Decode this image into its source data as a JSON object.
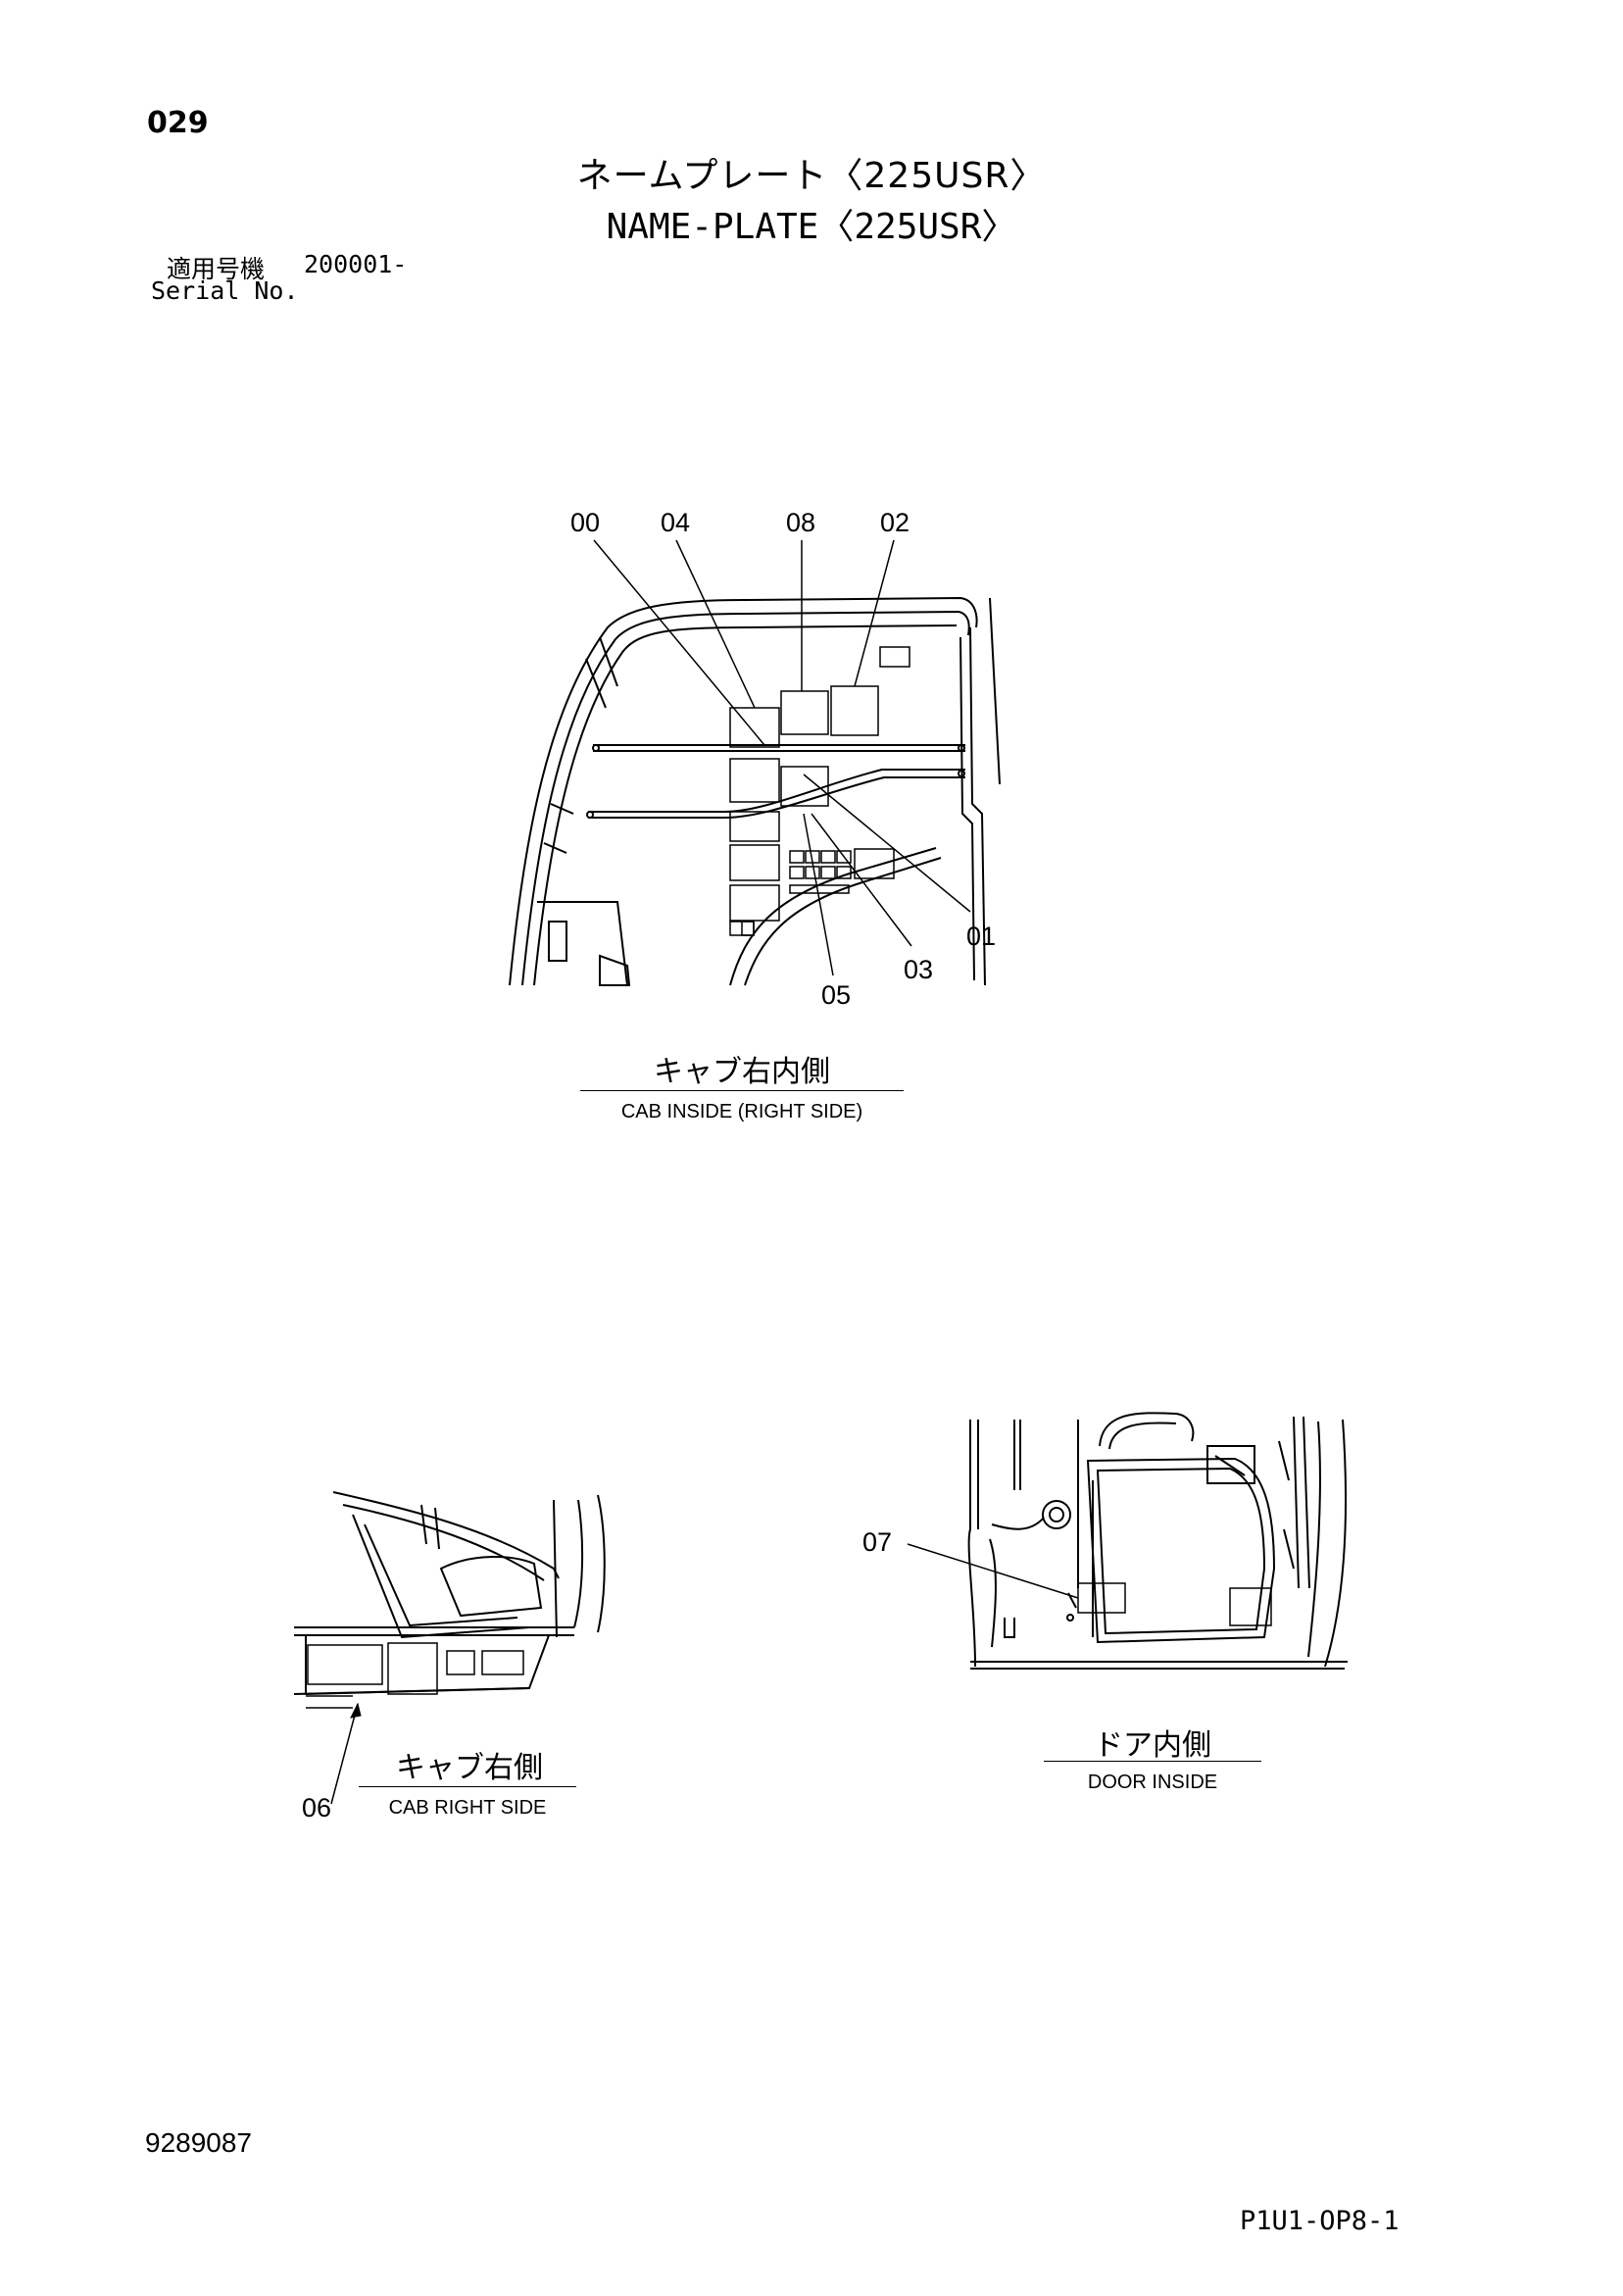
{
  "header": {
    "page_number": "029",
    "title_jp": "ネームプレート〈225USR〉",
    "title_en": "NAME-PLATE〈225USR〉",
    "serial_label_jp": "適用号機",
    "serial_label_en": "Serial No.",
    "serial_value": "200001-"
  },
  "views": {
    "cab_inside": {
      "caption_jp": "キャブ右内側",
      "caption_en": "CAB INSIDE (RIGHT SIDE)",
      "callouts": [
        "00",
        "04",
        "08",
        "02",
        "01",
        "03",
        "05"
      ]
    },
    "cab_right": {
      "caption_jp": "キャブ右側",
      "caption_en": "CAB RIGHT SIDE",
      "callouts": [
        "06"
      ]
    },
    "door_inside": {
      "caption_jp": "ドア内側",
      "caption_en": "DOOR INSIDE",
      "callouts": [
        "07"
      ]
    }
  },
  "footer": {
    "document_number": "9289087",
    "sheet_code": "P1U1-OP8-1"
  }
}
